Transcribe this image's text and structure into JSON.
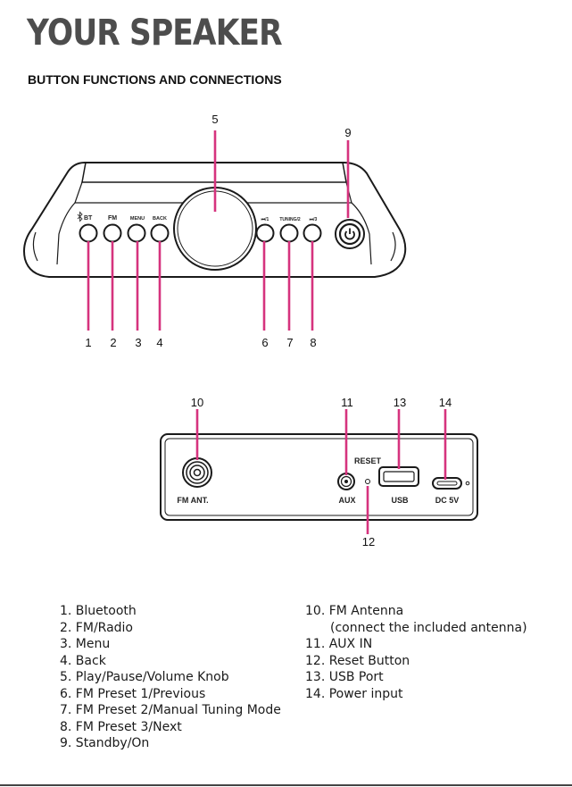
{
  "title": "YOUR SPEAKER",
  "subtitle": "BUTTON FUNCTIONS AND CONNECTIONS",
  "front_panel": {
    "labels": {
      "bt": "BT",
      "fm": "FM",
      "menu": "MENU",
      "back": "BACK",
      "preset1": "⏮/1",
      "tuning": "TUNING/2",
      "preset3": "⏭/3"
    },
    "callouts": {
      "c1": "1",
      "c2": "2",
      "c3": "3",
      "c4": "4",
      "c5": "5",
      "c6": "6",
      "c7": "7",
      "c8": "8",
      "c9": "9"
    }
  },
  "rear_panel": {
    "labels": {
      "fm_ant": "FM ANT.",
      "reset": "RESET",
      "aux": "AUX",
      "usb": "USB",
      "dc": "DC 5V"
    },
    "callouts": {
      "c10": "10",
      "c11": "11",
      "c12": "12",
      "c13": "13",
      "c14": "14"
    }
  },
  "functions_left": [
    "1. Bluetooth",
    "2. FM/Radio",
    "3. Menu",
    "4. Back",
    "5. Play/Pause/Volume Knob",
    "6. FM Preset 1/Previous",
    "7. FM Preset 2/Manual Tuning Mode",
    "8. FM Preset 3/Next",
    "9. Standby/On"
  ],
  "functions_right": [
    "10. FM Antenna",
    "(connect the included antenna)",
    "11. AUX IN",
    "12. Reset Button",
    "13. USB Port",
    "14. Power input"
  ],
  "colors": {
    "callout_line": "#d6337e",
    "outline": "#1a1a1a",
    "title": "#4d4d4d"
  }
}
